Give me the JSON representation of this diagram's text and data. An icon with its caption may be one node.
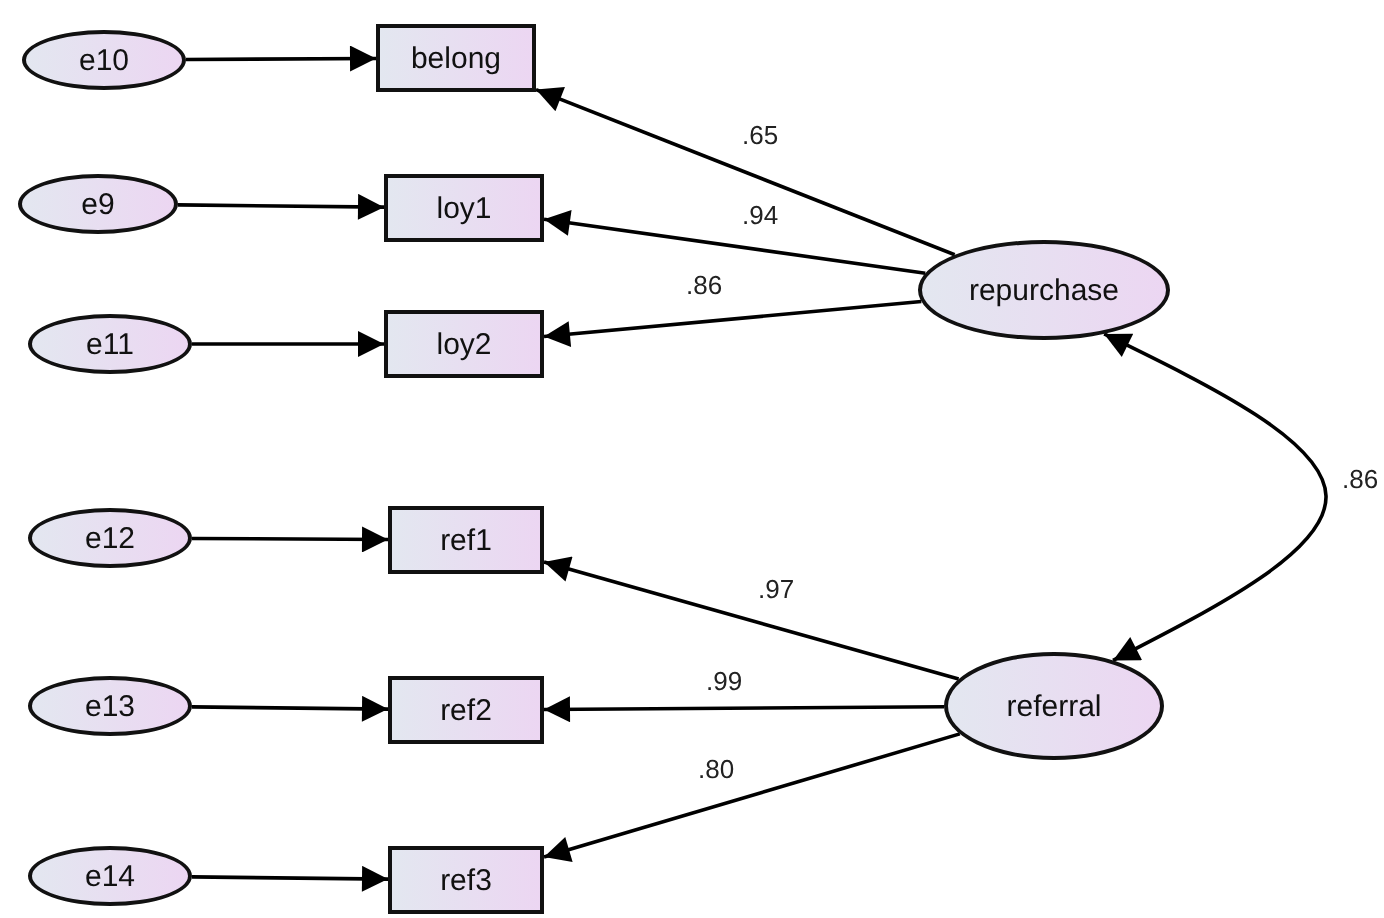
{
  "diagram": {
    "nodes": [
      {
        "text": [
          "e10"
        ]
      },
      {
        "text": [
          "belong"
        ]
      },
      {
        "text": [
          "e9"
        ]
      },
      {
        "text": [
          "loy1"
        ]
      },
      {
        "text": [
          "e11"
        ]
      },
      {
        "text": [
          "loy2"
        ]
      },
      {
        "text": [
          "repurchase"
        ]
      },
      {
        "text": [
          "e12"
        ]
      },
      {
        "text": [
          "ref1"
        ]
      },
      {
        "text": [
          "e13"
        ]
      },
      {
        "text": [
          "ref2"
        ]
      },
      {
        "text": [
          "referral"
        ]
      },
      {
        "text": [
          "e14"
        ]
      },
      {
        "text": [
          "ref3"
        ]
      }
    ],
    "edges": [
      {
        "from": 0,
        "to": 1,
        "arrow": "to"
      },
      {
        "from": 2,
        "to": 3,
        "arrow": "to"
      },
      {
        "from": 4,
        "to": 5,
        "arrow": "to"
      },
      {
        "from": 6,
        "to": 1,
        "arrow": "to",
        "label": ".65"
      },
      {
        "from": 6,
        "to": 3,
        "arrow": "to",
        "label": ".94"
      },
      {
        "from": 6,
        "to": 5,
        "arrow": "to",
        "label": ".86"
      },
      {
        "from": 6,
        "to": 11,
        "arrow": "both",
        "label": ".86"
      },
      {
        "from": 7,
        "to": 8,
        "arrow": "to"
      },
      {
        "from": 9,
        "to": 10,
        "arrow": "to"
      },
      {
        "from": 12,
        "to": 13,
        "arrow": "to"
      },
      {
        "from": 11,
        "to": 8,
        "arrow": "to",
        "label": ".97"
      },
      {
        "from": 11,
        "to": 10,
        "arrow": "to",
        "label": ".99"
      },
      {
        "from": 11,
        "to": 13,
        "arrow": "to",
        "label": ".80"
      }
    ]
  }
}
